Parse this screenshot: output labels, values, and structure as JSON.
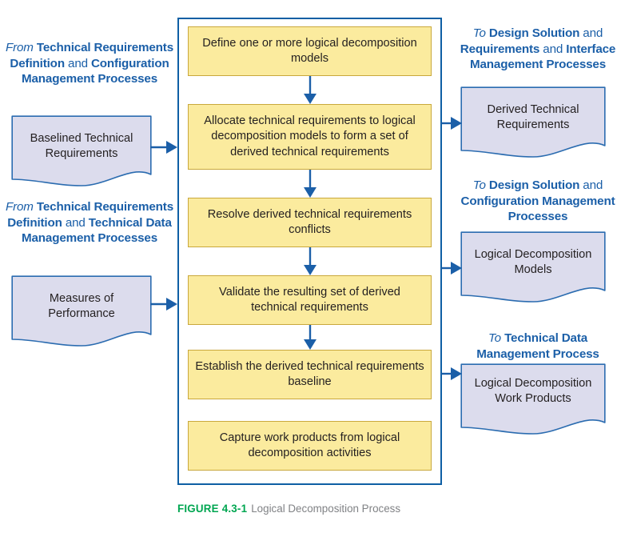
{
  "figure": {
    "number": "FIGURE 4.3-1",
    "title": "Logical Decomposition Process"
  },
  "colors": {
    "process_fill": "#fbeb9e",
    "process_border": "#c9a83c",
    "container_border": "#0e5fa4",
    "artifact_fill": "#dcdced",
    "artifact_border": "#2b6cb0",
    "label_blue": "#1b5fa8",
    "figure_green": "#00a651",
    "caption_gray": "#808285",
    "arrow_blue": "#1b5fa8",
    "body_text": "#231f20"
  },
  "inputs": [
    {
      "label_parts": [
        {
          "text": "From ",
          "style": "italic"
        },
        {
          "text": "Technical Requirements Definition",
          "style": "bold"
        },
        {
          "text": " and ",
          "style": "normal"
        },
        {
          "text": "Configuration Management Processes",
          "style": "bold"
        }
      ],
      "label_text": "From Technical Requirements Definition and Configuration Management Processes",
      "artifact": "Baselined Technical Requirements"
    },
    {
      "label_parts": [
        {
          "text": "From ",
          "style": "italic"
        },
        {
          "text": "Technical Requirements Definition",
          "style": "bold"
        },
        {
          "text": " and ",
          "style": "normal"
        },
        {
          "text": "Technical Data Management Processes",
          "style": "bold"
        }
      ],
      "label_text": "From Technical Requirements Definition and Technical Data Management Processes",
      "artifact": "Measures of Performance"
    }
  ],
  "process_steps": [
    "Define one or more logical decomposition models",
    "Allocate technical requirements to logical decomposition models to form a set of derived technical requirements",
    "Resolve derived technical requirements conflicts",
    "Validate the resulting set of derived technical requirements",
    "Establish the derived technical requirements baseline",
    "Capture work products from logical decomposition activities"
  ],
  "outputs": [
    {
      "label_parts": [
        {
          "text": "To ",
          "style": "italic"
        },
        {
          "text": "Design Solution",
          "style": "bold"
        },
        {
          "text": " and ",
          "style": "normal"
        },
        {
          "text": "Requirements",
          "style": "bold"
        },
        {
          "text": " and ",
          "style": "normal"
        },
        {
          "text": "Interface Management Processes",
          "style": "bold"
        }
      ],
      "label_text": "To Design Solution and Requirements and Interface Management Processes",
      "artifact": "Derived Technical Requirements"
    },
    {
      "label_parts": [
        {
          "text": "To ",
          "style": "italic"
        },
        {
          "text": "Design Solution",
          "style": "bold"
        },
        {
          "text": " and ",
          "style": "normal"
        },
        {
          "text": "Configuration Management Processes",
          "style": "bold"
        }
      ],
      "label_text": "To Design Solution and Configuration Management Processes",
      "artifact": "Logical Decomposition Models"
    },
    {
      "label_parts": [
        {
          "text": "To ",
          "style": "italic"
        },
        {
          "text": "Technical Data Management Process",
          "style": "bold"
        }
      ],
      "label_text": "To Technical Data Management Process",
      "artifact": "Logical Decomposition Work Products"
    }
  ],
  "flow": {
    "direction": "top-to-bottom",
    "arrow_count_internal": 4,
    "input_arrow_count": 2,
    "output_arrow_count": 3
  }
}
